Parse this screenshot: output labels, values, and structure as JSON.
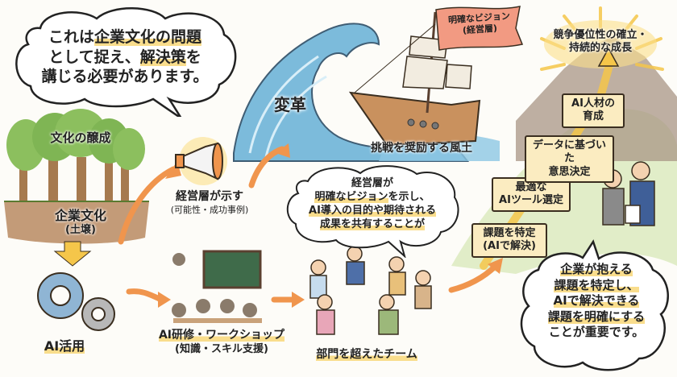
{
  "colors": {
    "background": "#fdfcf8",
    "highlight": "#f9dd8c",
    "arrow": "#f0954d",
    "flag": "#f29a82",
    "wave": "#6fb4d8",
    "sign_bg": "#fbecc1",
    "gear_blue": "#8fb5d4",
    "gear_gray": "#b8b8b8",
    "tree_green": "#8cbf5e",
    "soil": "#b98a62",
    "mountain": "#a89585",
    "chalkboard": "#3f6b4a",
    "glow": "#fbe08a"
  },
  "top_bubble": {
    "line1_prefix": "これは",
    "line1_highlight": "企業文化の問題",
    "line2_prefix": "として捉え、",
    "line2_highlight": "解決策",
    "line2_suffix": "を",
    "line3": "講じる必要があります。"
  },
  "culture": {
    "trees_label": "文化の醸成",
    "soil_label": "企業文化",
    "soil_sub": "(土壌)"
  },
  "ai_use": {
    "label": "AI活用"
  },
  "megaphone": {
    "label": "経営層が示す",
    "sub": "(可能性・成功事例)"
  },
  "wave": {
    "label": "変革"
  },
  "ship": {
    "flag_line1": "明確なビジョン",
    "flag_line2": "(経営層)",
    "caption": "挑戦を奨励する風土"
  },
  "training": {
    "label": "AI研修・ワークショップ",
    "sub": "(知識・スキル支援)"
  },
  "middle_bubble": {
    "line1": "経営層が",
    "line2_highlight": "明確なビジョン",
    "line2_suffix": "を示し、",
    "line3": "AI導入の目的や期待される",
    "line4": "成果を共有することが"
  },
  "team": {
    "label": "部門を超えたチーム"
  },
  "steps": [
    {
      "line1": "課題を特定",
      "line2": "(AIで解決)"
    },
    {
      "line1": "最適な",
      "line2": "AIツール選定"
    },
    {
      "line1": "データに基づいた",
      "line2": "意思決定"
    },
    {
      "line1": "AI人材の",
      "line2": "育成"
    }
  ],
  "summit": {
    "line1": "競争優位性の確立・",
    "line2": "持続的な成長"
  },
  "bottom_bubble": {
    "line1": "企業が抱える",
    "line2": "課題を特定し、",
    "line3": "AIで解決できる",
    "line4": "課題を明確にする",
    "line5": "ことが重要です。"
  }
}
